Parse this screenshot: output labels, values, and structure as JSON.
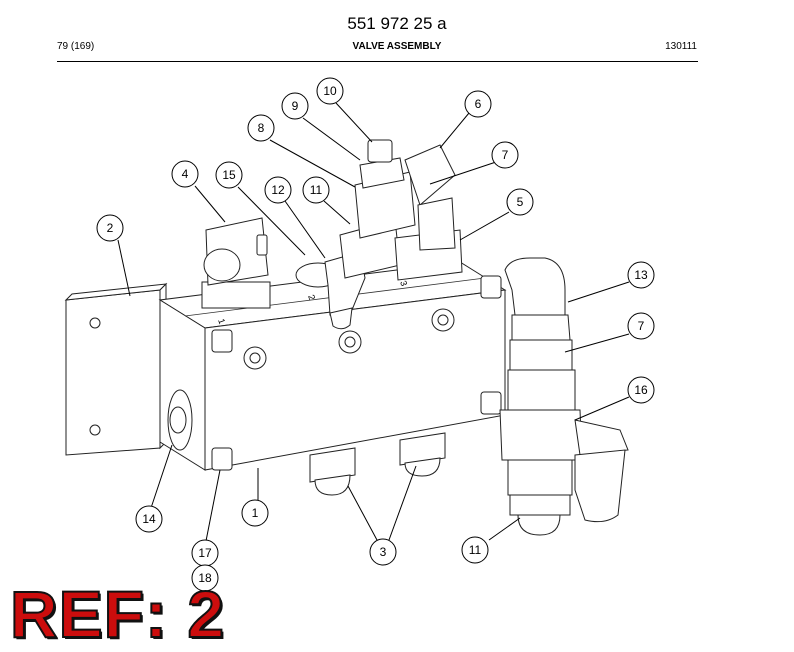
{
  "header": {
    "doc_number": "551 972 25 a",
    "page_ref": "79 (169)",
    "title": "VALVE ASSEMBLY",
    "date_code": "130111"
  },
  "balloons": [
    {
      "id": "b1",
      "label": "1"
    },
    {
      "id": "b2",
      "label": "2"
    },
    {
      "id": "b3",
      "label": "3"
    },
    {
      "id": "b4",
      "label": "4"
    },
    {
      "id": "b5",
      "label": "5"
    },
    {
      "id": "b6",
      "label": "6"
    },
    {
      "id": "b7a",
      "label": "7"
    },
    {
      "id": "b7b",
      "label": "7"
    },
    {
      "id": "b8",
      "label": "8"
    },
    {
      "id": "b9",
      "label": "9"
    },
    {
      "id": "b10",
      "label": "10"
    },
    {
      "id": "b11a",
      "label": "11"
    },
    {
      "id": "b11b",
      "label": "11"
    },
    {
      "id": "b12",
      "label": "12"
    },
    {
      "id": "b13",
      "label": "13"
    },
    {
      "id": "b14",
      "label": "14"
    },
    {
      "id": "b15",
      "label": "15"
    },
    {
      "id": "b16",
      "label": "16"
    },
    {
      "id": "b17",
      "label": "17"
    },
    {
      "id": "b18",
      "label": "18"
    }
  ],
  "port_marks": [
    "1",
    "2",
    "3"
  ],
  "stamp": {
    "text": "REF: 2",
    "color": "#cc0d0d"
  }
}
